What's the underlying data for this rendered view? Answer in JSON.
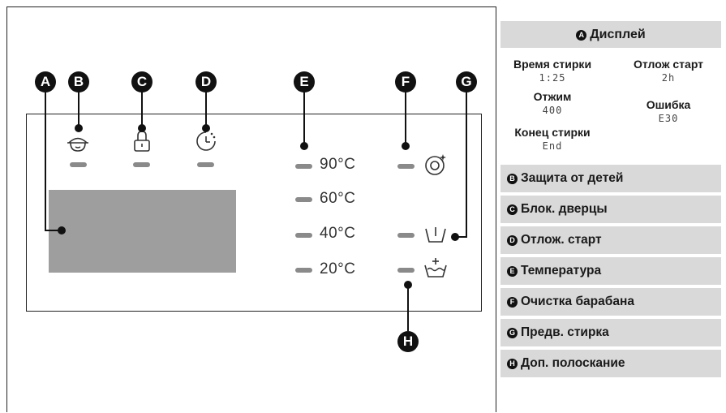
{
  "callouts": {
    "a": "A",
    "b": "B",
    "c": "C",
    "d": "D",
    "e": "E",
    "f": "F",
    "g": "G",
    "h": "H"
  },
  "temperatures": [
    "90°C",
    "60°C",
    "40°C",
    "20°C"
  ],
  "icons": {
    "child_lock": "child-face-icon",
    "door_lock": "padlock-icon",
    "delay_start": "clock-icon",
    "drum_clean": "drum-clean-icon",
    "prewash": "prewash-tub-icon",
    "extra_rinse": "extra-rinse-tub-icon"
  },
  "legend": {
    "display": {
      "letter": "A",
      "title": "Дисплей",
      "wash_time_label": "Время стирки",
      "wash_time_value": "1:25",
      "delay_label": "Отлож старт",
      "delay_value": "2h",
      "spin_label": "Отжим",
      "spin_value": "400",
      "error_label": "Ошибка",
      "error_value": "E30",
      "end_label": "Конец стирки",
      "end_value": "End"
    },
    "items": [
      {
        "letter": "B",
        "label": "Защита от детей"
      },
      {
        "letter": "C",
        "label": "Блок. дверцы"
      },
      {
        "letter": "D",
        "label": "Отлож. старт"
      },
      {
        "letter": "E",
        "label": "Температура"
      },
      {
        "letter": "F",
        "label": "Очистка барабана"
      },
      {
        "letter": "G",
        "label": "Предв. стирка"
      },
      {
        "letter": "H",
        "label": "Доп. полоскание"
      }
    ]
  },
  "colors": {
    "led": "#8a8a8a",
    "screen": "#9e9e9e",
    "legend_bg": "#d9d9d9",
    "badge": "#111111"
  }
}
